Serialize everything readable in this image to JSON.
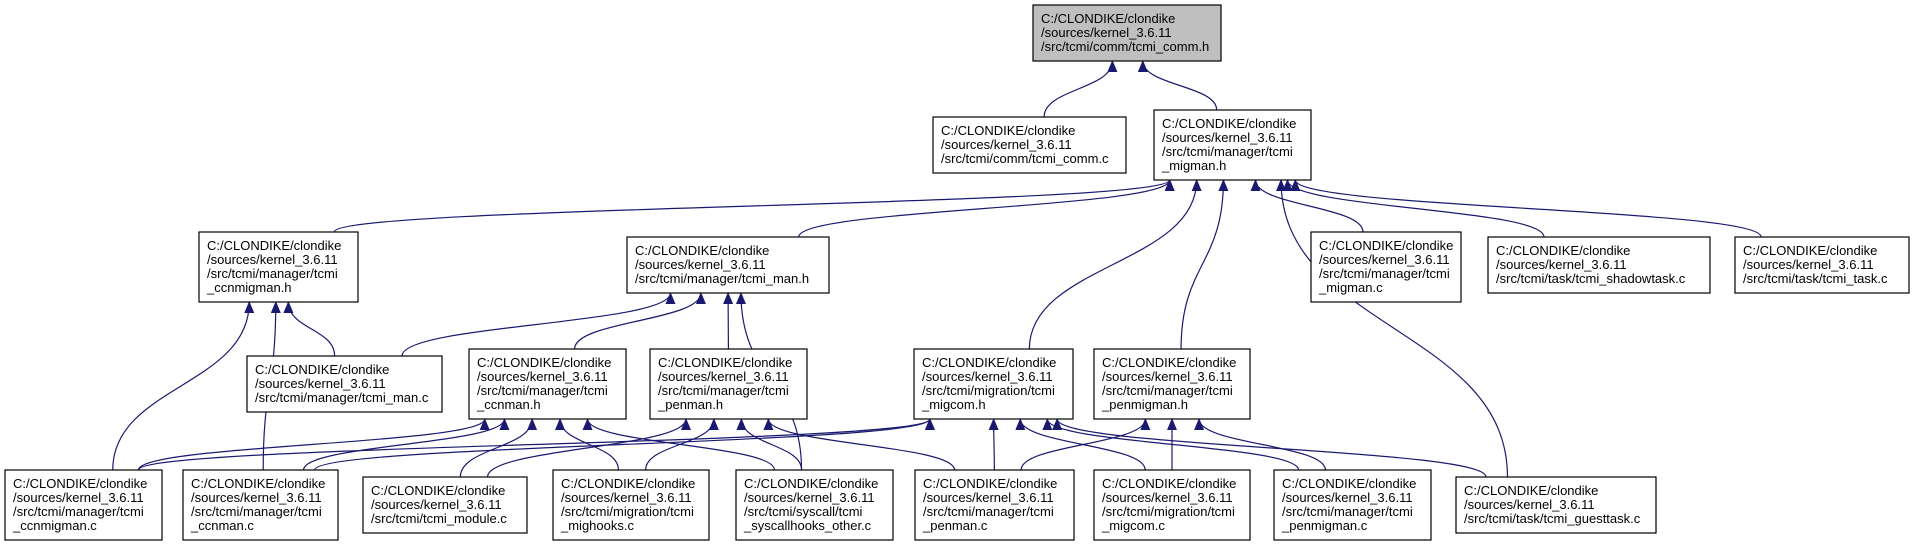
{
  "diagram": {
    "type": "include-dependency-graph",
    "edge_color": "#191970",
    "root_fill": "#bfbfbf",
    "nodes": [
      {
        "id": "tcmi_comm_h",
        "lines": [
          "C:/CLONDIKE/clondike",
          "/sources/kernel_3.6.11",
          "/src/tcmi/comm/tcmi_comm.h"
        ],
        "highlighted": true
      },
      {
        "id": "tcmi_comm_c",
        "lines": [
          "C:/CLONDIKE/clondike",
          "/sources/kernel_3.6.11",
          "/src/tcmi/comm/tcmi_comm.c"
        ]
      },
      {
        "id": "tcmi_migman_h",
        "lines": [
          "C:/CLONDIKE/clondike",
          "/sources/kernel_3.6.11",
          "/src/tcmi/manager/tcmi",
          "_migman.h"
        ]
      },
      {
        "id": "tcmi_ccnmigman_h",
        "lines": [
          "C:/CLONDIKE/clondike",
          "/sources/kernel_3.6.11",
          "/src/tcmi/manager/tcmi",
          "_ccnmigman.h"
        ]
      },
      {
        "id": "tcmi_man_h",
        "lines": [
          "C:/CLONDIKE/clondike",
          "/sources/kernel_3.6.11",
          "/src/tcmi/manager/tcmi_man.h"
        ]
      },
      {
        "id": "tcmi_migman_c",
        "lines": [
          "C:/CLONDIKE/clondike",
          "/sources/kernel_3.6.11",
          "/src/tcmi/manager/tcmi",
          "_migman.c"
        ]
      },
      {
        "id": "tcmi_shadowtask_c",
        "lines": [
          "C:/CLONDIKE/clondike",
          "/sources/kernel_3.6.11",
          "/src/tcmi/task/tcmi_shadowtask.c"
        ]
      },
      {
        "id": "tcmi_task_c",
        "lines": [
          "C:/CLONDIKE/clondike",
          "/sources/kernel_3.6.11",
          "/src/tcmi/task/tcmi_task.c"
        ]
      },
      {
        "id": "tcmi_man_c",
        "lines": [
          "C:/CLONDIKE/clondike",
          "/sources/kernel_3.6.11",
          "/src/tcmi/manager/tcmi_man.c"
        ]
      },
      {
        "id": "tcmi_ccnman_h",
        "lines": [
          "C:/CLONDIKE/clondike",
          "/sources/kernel_3.6.11",
          "/src/tcmi/manager/tcmi",
          "_ccnman.h"
        ]
      },
      {
        "id": "tcmi_penman_h",
        "lines": [
          "C:/CLONDIKE/clondike",
          "/sources/kernel_3.6.11",
          "/src/tcmi/manager/tcmi",
          "_penman.h"
        ]
      },
      {
        "id": "tcmi_migcom_h",
        "lines": [
          "C:/CLONDIKE/clondike",
          "/sources/kernel_3.6.11",
          "/src/tcmi/migration/tcmi",
          "_migcom.h"
        ]
      },
      {
        "id": "tcmi_penmigman_h",
        "lines": [
          "C:/CLONDIKE/clondike",
          "/sources/kernel_3.6.11",
          "/src/tcmi/manager/tcmi",
          "_penmigman.h"
        ]
      },
      {
        "id": "tcmi_ccnmigman_c",
        "lines": [
          "C:/CLONDIKE/clondike",
          "/sources/kernel_3.6.11",
          "/src/tcmi/manager/tcmi",
          "_ccnmigman.c"
        ]
      },
      {
        "id": "tcmi_ccnman_c",
        "lines": [
          "C:/CLONDIKE/clondike",
          "/sources/kernel_3.6.11",
          "/src/tcmi/manager/tcmi",
          "_ccnman.c"
        ]
      },
      {
        "id": "tcmi_module_c",
        "lines": [
          "C:/CLONDIKE/clondike",
          "/sources/kernel_3.6.11",
          "/src/tcmi/tcmi_module.c"
        ]
      },
      {
        "id": "tcmi_mighooks_c",
        "lines": [
          "C:/CLONDIKE/clondike",
          "/sources/kernel_3.6.11",
          "/src/tcmi/migration/tcmi",
          "_mighooks.c"
        ]
      },
      {
        "id": "tcmi_syscallhooks_other_c",
        "lines": [
          "C:/CLONDIKE/clondike",
          "/sources/kernel_3.6.11",
          "/src/tcmi/syscall/tcmi",
          "_syscallhooks_other.c"
        ]
      },
      {
        "id": "tcmi_penman_c",
        "lines": [
          "C:/CLONDIKE/clondike",
          "/sources/kernel_3.6.11",
          "/src/tcmi/manager/tcmi",
          "_penman.c"
        ]
      },
      {
        "id": "tcmi_migcom_c",
        "lines": [
          "C:/CLONDIKE/clondike",
          "/sources/kernel_3.6.11",
          "/src/tcmi/migration/tcmi",
          "_migcom.c"
        ]
      },
      {
        "id": "tcmi_penmigman_c",
        "lines": [
          "C:/CLONDIKE/clondike",
          "/sources/kernel_3.6.11",
          "/src/tcmi/manager/tcmi",
          "_penmigman.c"
        ]
      },
      {
        "id": "tcmi_guesttask_c",
        "lines": [
          "C:/CLONDIKE/clondike",
          "/sources/kernel_3.6.11",
          "/src/tcmi/task/tcmi_guesttask.c"
        ]
      }
    ],
    "edges": [
      {
        "from": "tcmi_comm_c",
        "to": "tcmi_comm_h"
      },
      {
        "from": "tcmi_migman_h",
        "to": "tcmi_comm_h"
      },
      {
        "from": "tcmi_ccnmigman_h",
        "to": "tcmi_migman_h"
      },
      {
        "from": "tcmi_man_h",
        "to": "tcmi_migman_h"
      },
      {
        "from": "tcmi_migman_c",
        "to": "tcmi_migman_h"
      },
      {
        "from": "tcmi_shadowtask_c",
        "to": "tcmi_migman_h"
      },
      {
        "from": "tcmi_task_c",
        "to": "tcmi_migman_h"
      },
      {
        "from": "tcmi_migcom_h",
        "to": "tcmi_migman_h"
      },
      {
        "from": "tcmi_penmigman_h",
        "to": "tcmi_migman_h"
      },
      {
        "from": "tcmi_guesttask_c",
        "to": "tcmi_migman_h"
      },
      {
        "from": "tcmi_man_c",
        "to": "tcmi_ccnmigman_h"
      },
      {
        "from": "tcmi_ccnmigman_c",
        "to": "tcmi_ccnmigman_h"
      },
      {
        "from": "tcmi_ccnman_c",
        "to": "tcmi_ccnmigman_h"
      },
      {
        "from": "tcmi_man_c",
        "to": "tcmi_man_h"
      },
      {
        "from": "tcmi_ccnman_h",
        "to": "tcmi_man_h"
      },
      {
        "from": "tcmi_penman_h",
        "to": "tcmi_man_h"
      },
      {
        "from": "tcmi_syscallhooks_other_c",
        "to": "tcmi_man_h"
      },
      {
        "from": "tcmi_ccnmigman_c",
        "to": "tcmi_ccnman_h"
      },
      {
        "from": "tcmi_ccnman_c",
        "to": "tcmi_ccnman_h"
      },
      {
        "from": "tcmi_module_c",
        "to": "tcmi_ccnman_h"
      },
      {
        "from": "tcmi_mighooks_c",
        "to": "tcmi_ccnman_h"
      },
      {
        "from": "tcmi_syscallhooks_other_c",
        "to": "tcmi_ccnman_h"
      },
      {
        "from": "tcmi_module_c",
        "to": "tcmi_penman_h"
      },
      {
        "from": "tcmi_mighooks_c",
        "to": "tcmi_penman_h"
      },
      {
        "from": "tcmi_syscallhooks_other_c",
        "to": "tcmi_penman_h"
      },
      {
        "from": "tcmi_penman_c",
        "to": "tcmi_penman_h"
      },
      {
        "from": "tcmi_ccnmigman_c",
        "to": "tcmi_migcom_h"
      },
      {
        "from": "tcmi_ccnman_c",
        "to": "tcmi_migcom_h"
      },
      {
        "from": "tcmi_penman_c",
        "to": "tcmi_migcom_h"
      },
      {
        "from": "tcmi_migcom_c",
        "to": "tcmi_migcom_h"
      },
      {
        "from": "tcmi_penmigman_c",
        "to": "tcmi_migcom_h"
      },
      {
        "from": "tcmi_guesttask_c",
        "to": "tcmi_migcom_h"
      },
      {
        "from": "tcmi_penman_c",
        "to": "tcmi_penmigman_h"
      },
      {
        "from": "tcmi_migcom_c",
        "to": "tcmi_penmigman_h"
      },
      {
        "from": "tcmi_penmigman_c",
        "to": "tcmi_penmigman_h"
      }
    ]
  }
}
